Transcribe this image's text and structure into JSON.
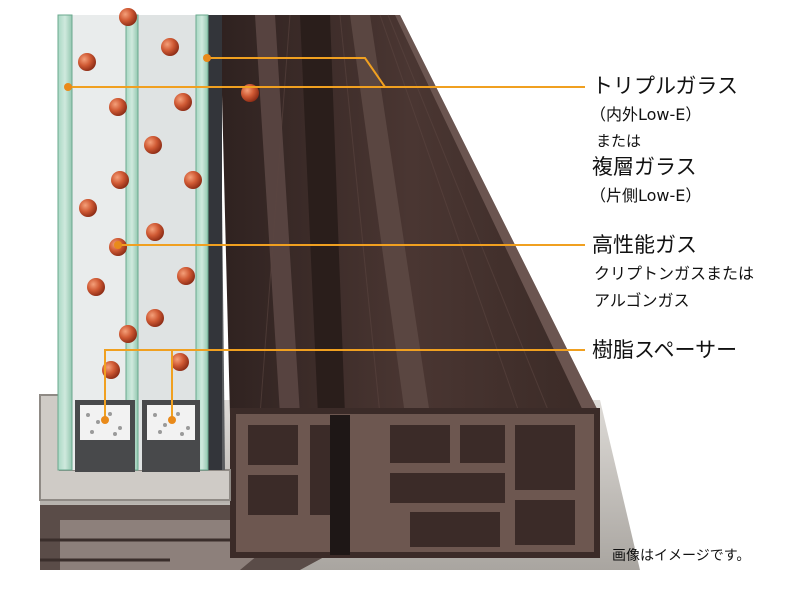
{
  "labels": {
    "triple_glass": "トリプルガラス",
    "triple_glass_note": "（内外Low-E）",
    "or_1": "または",
    "double_glass": "複層ガラス",
    "double_glass_note": "（片側Low-E）",
    "gas": "高性能ガス",
    "gas_note_1": "クリプトンガスまたは",
    "gas_note_2": "アルゴンガス",
    "spacer": "樹脂スペーサー"
  },
  "caption": "画像はイメージです。",
  "colors": {
    "leader_line": "#f0a020",
    "leader_dot": "#e98a1a",
    "frame_dark": "#3d2c28",
    "glass": "#9bcfb8",
    "gas_ball": "#c5502e",
    "spacer": "#48494b",
    "aluminum": "#c9c6c2"
  },
  "icons": [
    "gas-ball-icon",
    "desiccant-icon"
  ]
}
